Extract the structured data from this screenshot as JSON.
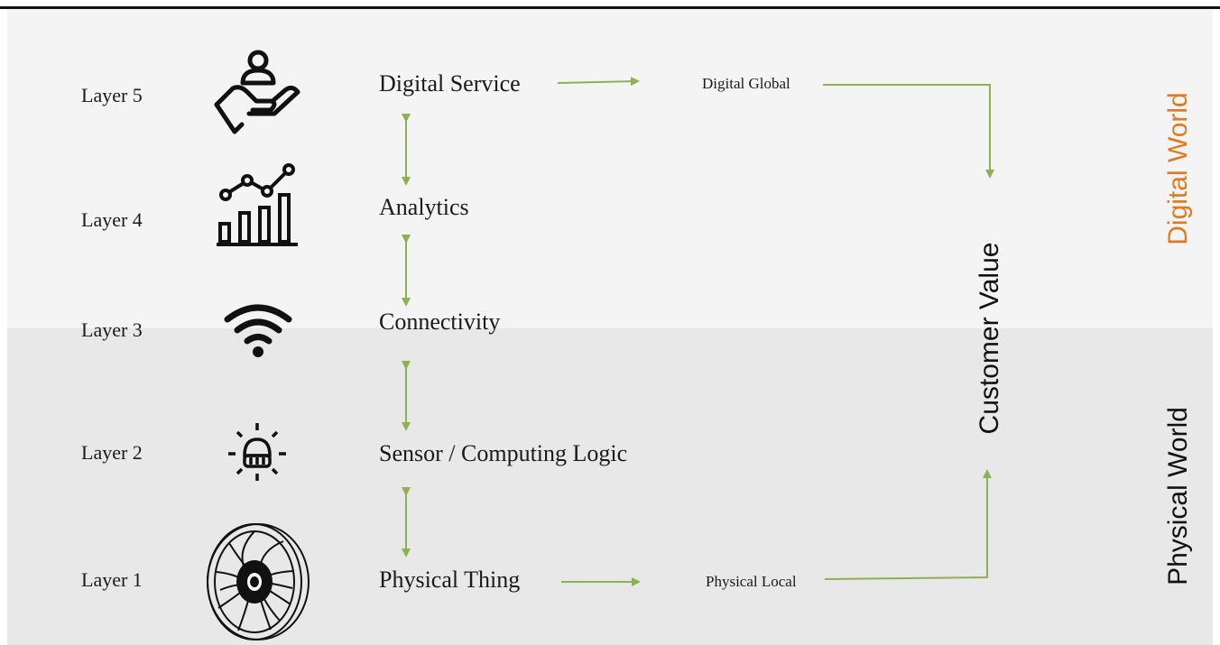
{
  "layers": [
    {
      "label": "Layer 5",
      "step": "Digital Service",
      "icon": "hand-person-icon"
    },
    {
      "label": "Layer 4",
      "step": "Analytics",
      "icon": "analytics-chart-icon"
    },
    {
      "label": "Layer 3",
      "step": "Connectivity",
      "icon": "wifi-icon"
    },
    {
      "label": "Layer 2",
      "step": "Sensor / Computing Logic",
      "icon": "sensor-icon"
    },
    {
      "label": "Layer 1",
      "step": "Physical Thing",
      "icon": "turbine-icon"
    }
  ],
  "flow": {
    "digital_global": "Digital Global",
    "physical_local": "Physical Local",
    "customer_value": "Customer Value"
  },
  "worlds": {
    "digital": "Digital World",
    "physical": "Physical World"
  },
  "colors": {
    "arrow": "#8db150",
    "digital_world": "#e07a1f",
    "digital_band": "#f4f4f4",
    "physical_band": "#e8e8e8"
  }
}
